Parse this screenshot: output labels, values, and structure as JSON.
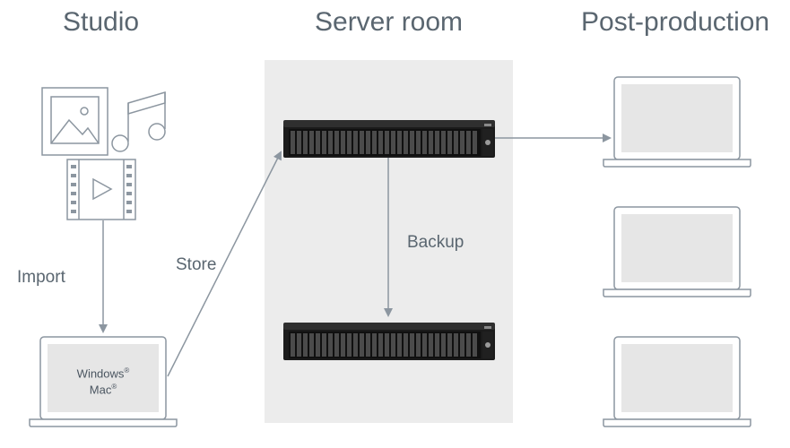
{
  "headings": {
    "studio": "Studio",
    "server_room": "Server room",
    "post_production": "Post-production"
  },
  "flows": {
    "import": "Import",
    "store": "Store",
    "backup": "Backup"
  },
  "workstation": {
    "os_windows": "Windows",
    "os_mac": "Mac",
    "registered_mark": "®"
  },
  "icons": [
    "image-icon",
    "music-note-icon",
    "video-film-icon",
    "laptop-icon",
    "rack-server-icon",
    "arrow-icon"
  ],
  "colors": {
    "line": "#8c96a0",
    "screen": "#e6e6e6",
    "server_room_bg": "#ececec",
    "text": "#5a6670"
  }
}
